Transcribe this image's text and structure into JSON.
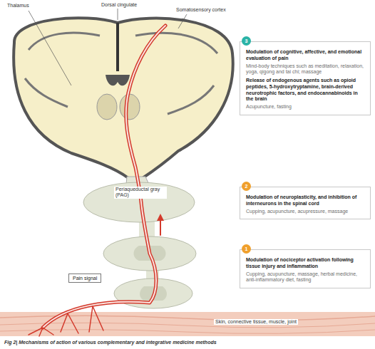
{
  "diagram": {
    "caption": "Fig 2| Mechanisms of action of various complementary and integrative medicine methods",
    "nodes": [
      {
        "text": [
          "Modulation of cognitive, affective, and emotional evaluation of pain",
          "Mind-body techniques such as meditation, relaxation, yoga, qigong and tai chi; massage",
          "Release of endogenous agents such as opioid peptides, 5-hydroxytryptamine, brain-derived neurotrophic factors, and endocannabinoids in the brain",
          "Acupuncture, fasting"
        ]
      },
      {
        "text": [
          "Modulation of neuroplasticity, and inhibition of interneurons in the spinal cord",
          "Cupping, acupuncture, acupressure, massage"
        ]
      },
      {
        "text": [
          "Modulation of nociceptor activation following tissue injury and inflammation",
          "Cupping, acupuncture, massage, herbal medicine, anti-inflammatory diet, fasting"
        ]
      },
      {
        "text": [
          "Pain signal"
        ]
      }
    ],
    "labels": [
      "Thalamus",
      "Dorsal cingulate",
      "Somatosensory cortex",
      "3",
      "Periaqueductal gray (PAG)",
      "2",
      "1",
      "Skin, connective tissue, muscle, joint"
    ]
  }
}
